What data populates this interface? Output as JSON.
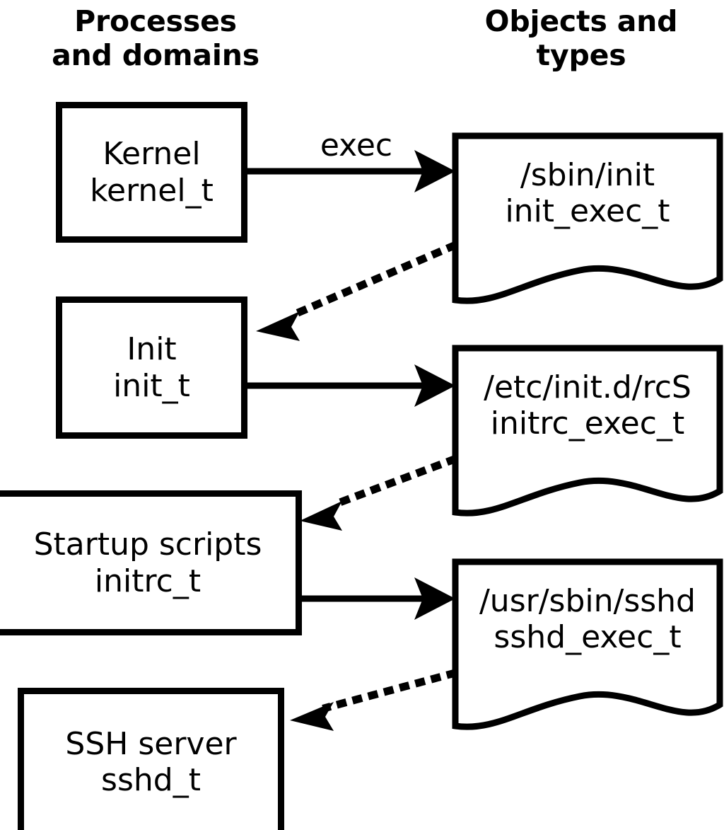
{
  "headers": {
    "left": "Processes\nand domains",
    "right": "Objects and\ntypes"
  },
  "colors": {
    "stroke": "#000000",
    "fill": "#ffffff",
    "background": "#ffffff"
  },
  "processes": [
    {
      "id": "kernel",
      "name": "Kernel",
      "type": "kernel_t"
    },
    {
      "id": "init",
      "name": "Init",
      "type": "init_t"
    },
    {
      "id": "initrc",
      "name": "Startup scripts",
      "type": "initrc_t"
    },
    {
      "id": "sshd",
      "name": "SSH server",
      "type": "sshd_t"
    }
  ],
  "objects": [
    {
      "id": "init_exec",
      "path": "/sbin/init",
      "type": "init_exec_t"
    },
    {
      "id": "initrc_exec",
      "path": "/etc/init.d/rcS",
      "type": "initrc_exec_t"
    },
    {
      "id": "sshd_exec",
      "path": "/usr/sbin/sshd",
      "type": "sshd_exec_t"
    }
  ],
  "edges": [
    {
      "id": "kernel-exec-init",
      "label": "exec",
      "style": "solid",
      "from": "kernel",
      "to": "init_exec"
    },
    {
      "id": "init_exec-transition",
      "label": "",
      "style": "dotted",
      "from": "init_exec",
      "to": "init"
    },
    {
      "id": "init-exec-initrc",
      "label": "",
      "style": "solid",
      "from": "init",
      "to": "initrc_exec"
    },
    {
      "id": "initrc_exec-transition",
      "label": "",
      "style": "dotted",
      "from": "initrc_exec",
      "to": "initrc"
    },
    {
      "id": "initrc-exec-sshd",
      "label": "",
      "style": "solid",
      "from": "initrc",
      "to": "sshd_exec"
    },
    {
      "id": "sshd_exec-transition",
      "label": "",
      "style": "dotted",
      "from": "sshd_exec",
      "to": "sshd"
    }
  ]
}
